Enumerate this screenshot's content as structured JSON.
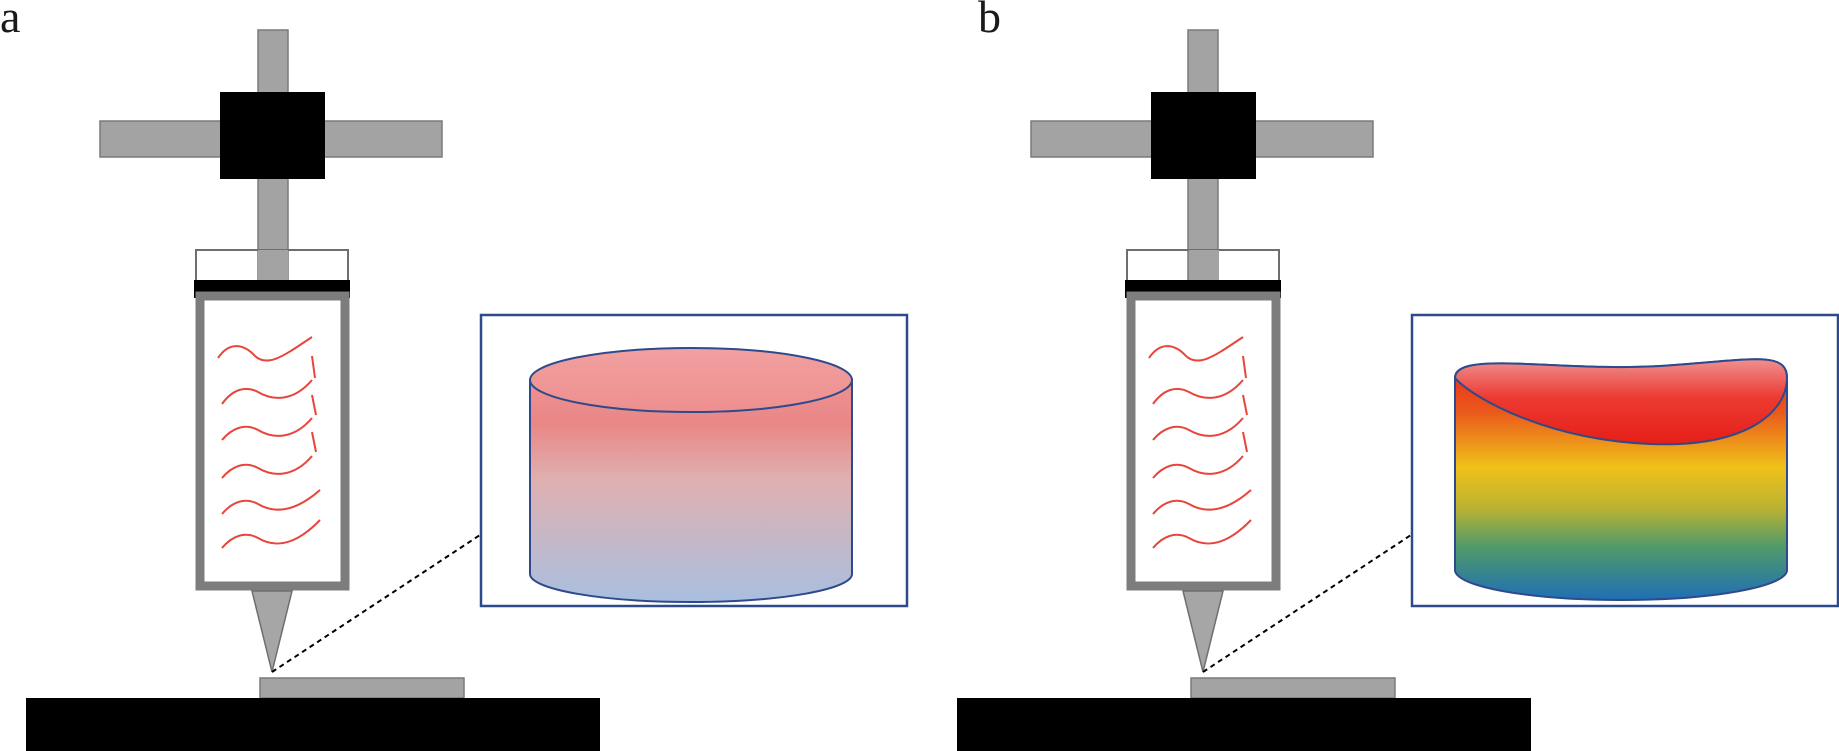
{
  "panels": [
    {
      "label": "a",
      "cylinder_style": "pink-to-blue gradient, flat top"
    },
    {
      "label": "b",
      "cylinder_style": "red-orange-yellow-green-blue gradient, concave top"
    }
  ],
  "colors": {
    "frame_gray": "#a3a3a3",
    "frame_stroke": "#6e6e6e",
    "dark": "#000000",
    "wave_red": "#e8453c",
    "inset_border": "#2e4a8c",
    "cyl_a_top": "#ef9090",
    "cyl_a_bottom": "#a9bfe0",
    "cyl_b_red": "#e8231c",
    "cyl_b_yellow": "#f0c21a",
    "cyl_b_blue": "#1f6fb5"
  },
  "icons": [
    "printer-gantry-icon",
    "syringe-barrel-icon",
    "nozzle-icon",
    "build-platform-icon",
    "zoom-inset-icon",
    "cylinder-icon"
  ]
}
